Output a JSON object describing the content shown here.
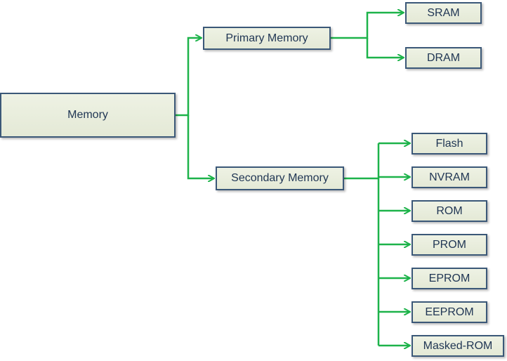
{
  "root": {
    "label": "Memory"
  },
  "primary": {
    "label": "Primary Memory",
    "children": [
      "SRAM",
      "DRAM"
    ]
  },
  "secondary": {
    "label": "Secondary Memory",
    "children": [
      "Flash",
      "NVRAM",
      "ROM",
      "PROM",
      "EPROM",
      "EEPROM",
      "Masked-ROM"
    ]
  },
  "colors": {
    "connector": "#1db34a",
    "box_border": "#3b5878",
    "text": "#1f3553"
  }
}
